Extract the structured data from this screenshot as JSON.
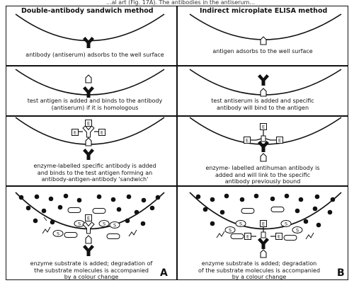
{
  "header_fragment": "...al art (Fig. 17A). The antibodies in the antiserum...",
  "columns": {
    "left_title": "Double-antibody sandwich method",
    "right_title": "Indirect microplate ELISA method"
  },
  "left_steps": [
    [
      "antibody (antiserum) adsorbs to the well surface"
    ],
    [
      "test antigen is added and binds to the antibody",
      "(antiserum) if it is homologous"
    ],
    [
      "enzyme-labelled specific antibody is added",
      "and binds to the test antigen forming an",
      "antibody-antigen-antibody 'sandwich'"
    ],
    [
      "enzyme substrate is added; degradation of",
      "the substrate molecules is accompanied",
      "by a colour change"
    ]
  ],
  "right_steps": [
    [
      "antigen adsorbs to the well surface"
    ],
    [
      "test antiserum is added and specific",
      "antibody will bind to the antigen"
    ],
    [
      "enzyme- labelled antihuman antibody is",
      "added and will link to the specific",
      "antibody previously bound"
    ],
    [
      "enzyme substrate is added; degradation",
      "of the substrate molecules is accompanied",
      "by a colour change"
    ]
  ],
  "panel_labels": {
    "left": "A",
    "right": "B"
  },
  "symbol_labels": {
    "enzyme": "E",
    "substrate": "S"
  }
}
